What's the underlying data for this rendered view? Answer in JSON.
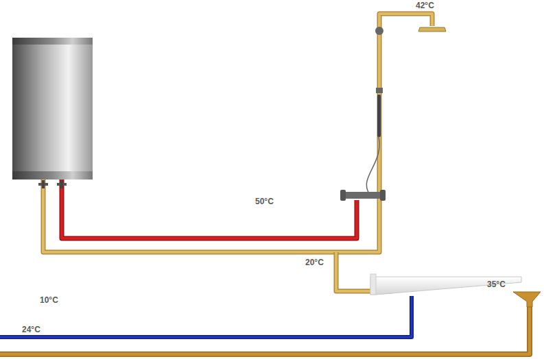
{
  "diagram": {
    "labels": [
      "42°C",
      "50°C",
      "20°C",
      "35°C",
      "10°C",
      "24°C"
    ]
  }
}
